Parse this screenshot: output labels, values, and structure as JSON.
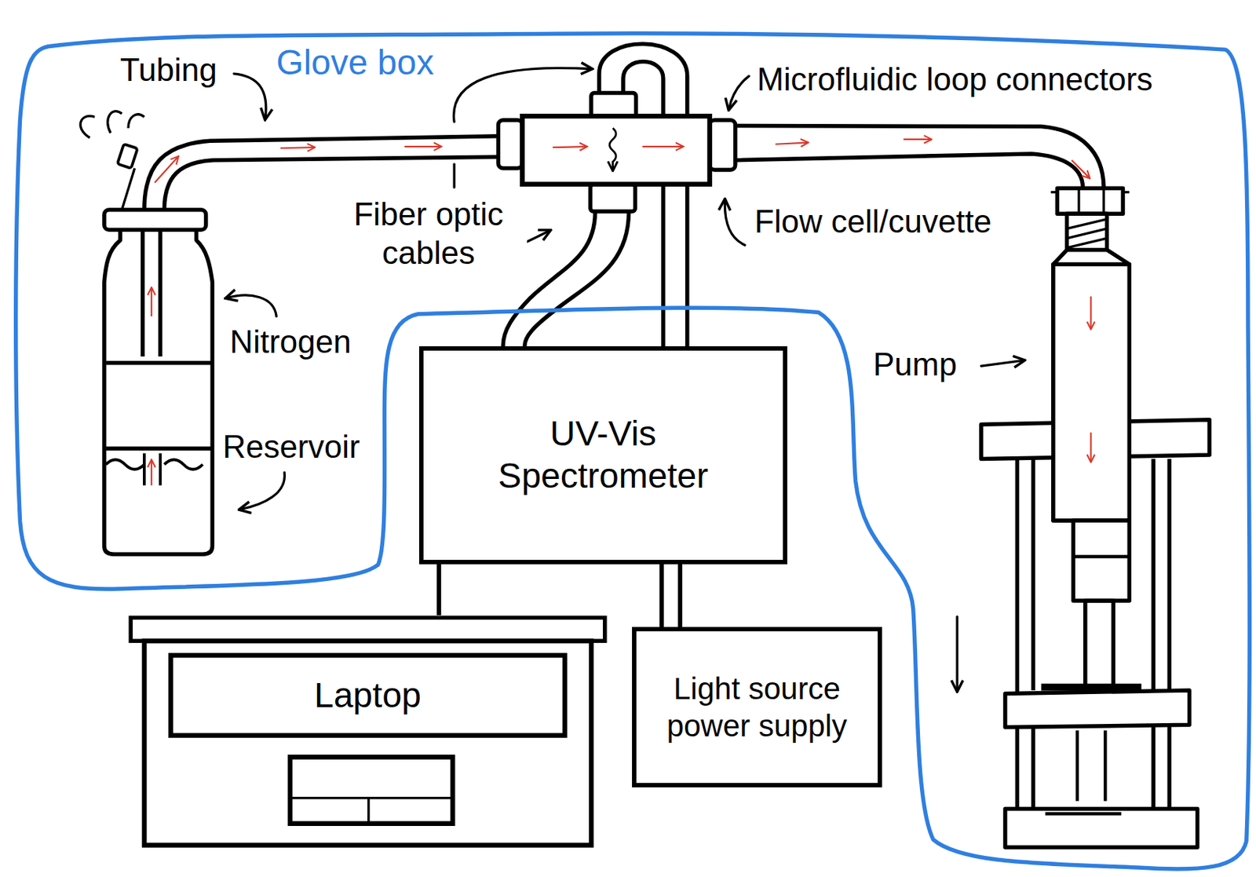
{
  "diagram": {
    "nodes": [
      {
        "text": [
          "Glove box"
        ]
      },
      {
        "text": [
          "UV-Vis Spectrometer"
        ]
      },
      {
        "text": [
          "Laptop"
        ]
      },
      {
        "text": [
          "Light source power supply"
        ]
      }
    ],
    "edges": [
      {
        "from": 1,
        "to": 2,
        "arrow": "none"
      },
      {
        "from": 1,
        "to": 3,
        "arrow": "none"
      }
    ],
    "labels": [
      "Tubing",
      "Microfluidic loop connectors",
      "Fiber optic cables",
      "Flow cell/cuvette",
      "Nitrogen",
      "Reservoir",
      "Pump"
    ]
  }
}
